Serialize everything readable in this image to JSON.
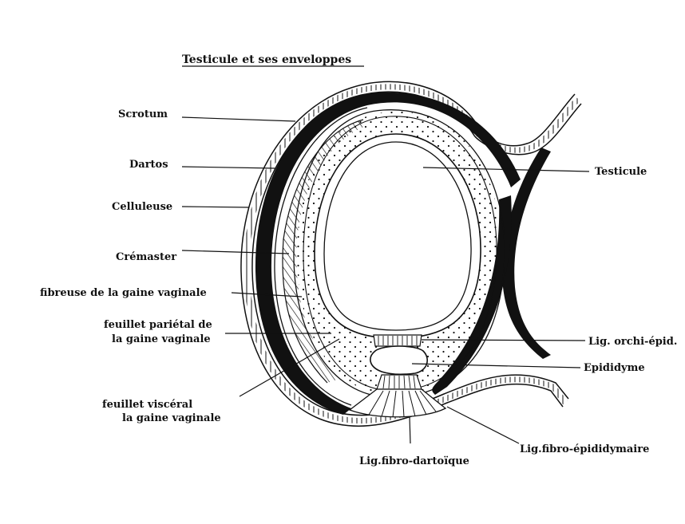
{
  "title": "Testicule et ses enveloppes",
  "labels": {
    "scrotum": "Scrotum",
    "dartos": "Dartos",
    "celluleuse": "Celluleuse",
    "cremaster": "Crémaster",
    "fibreuse": "fibreuse de la gaine vaginale",
    "parietal_1": "feuillet pariétal de",
    "parietal_2": "la gaine vaginale",
    "visceral_1": "feuillet viscéral",
    "visceral_2": "la gaine vaginale",
    "testicule": "Testicule",
    "lig_orchi": "Lig. orchi-épid.",
    "epididyme": "Epididyme",
    "lig_fibro_epid": "Lig.fibro-épididymaire",
    "lig_fibro_dart": "Lig.fibro-dartoïque"
  },
  "colors": {
    "ink": "#111111",
    "paper": "#ffffff"
  }
}
